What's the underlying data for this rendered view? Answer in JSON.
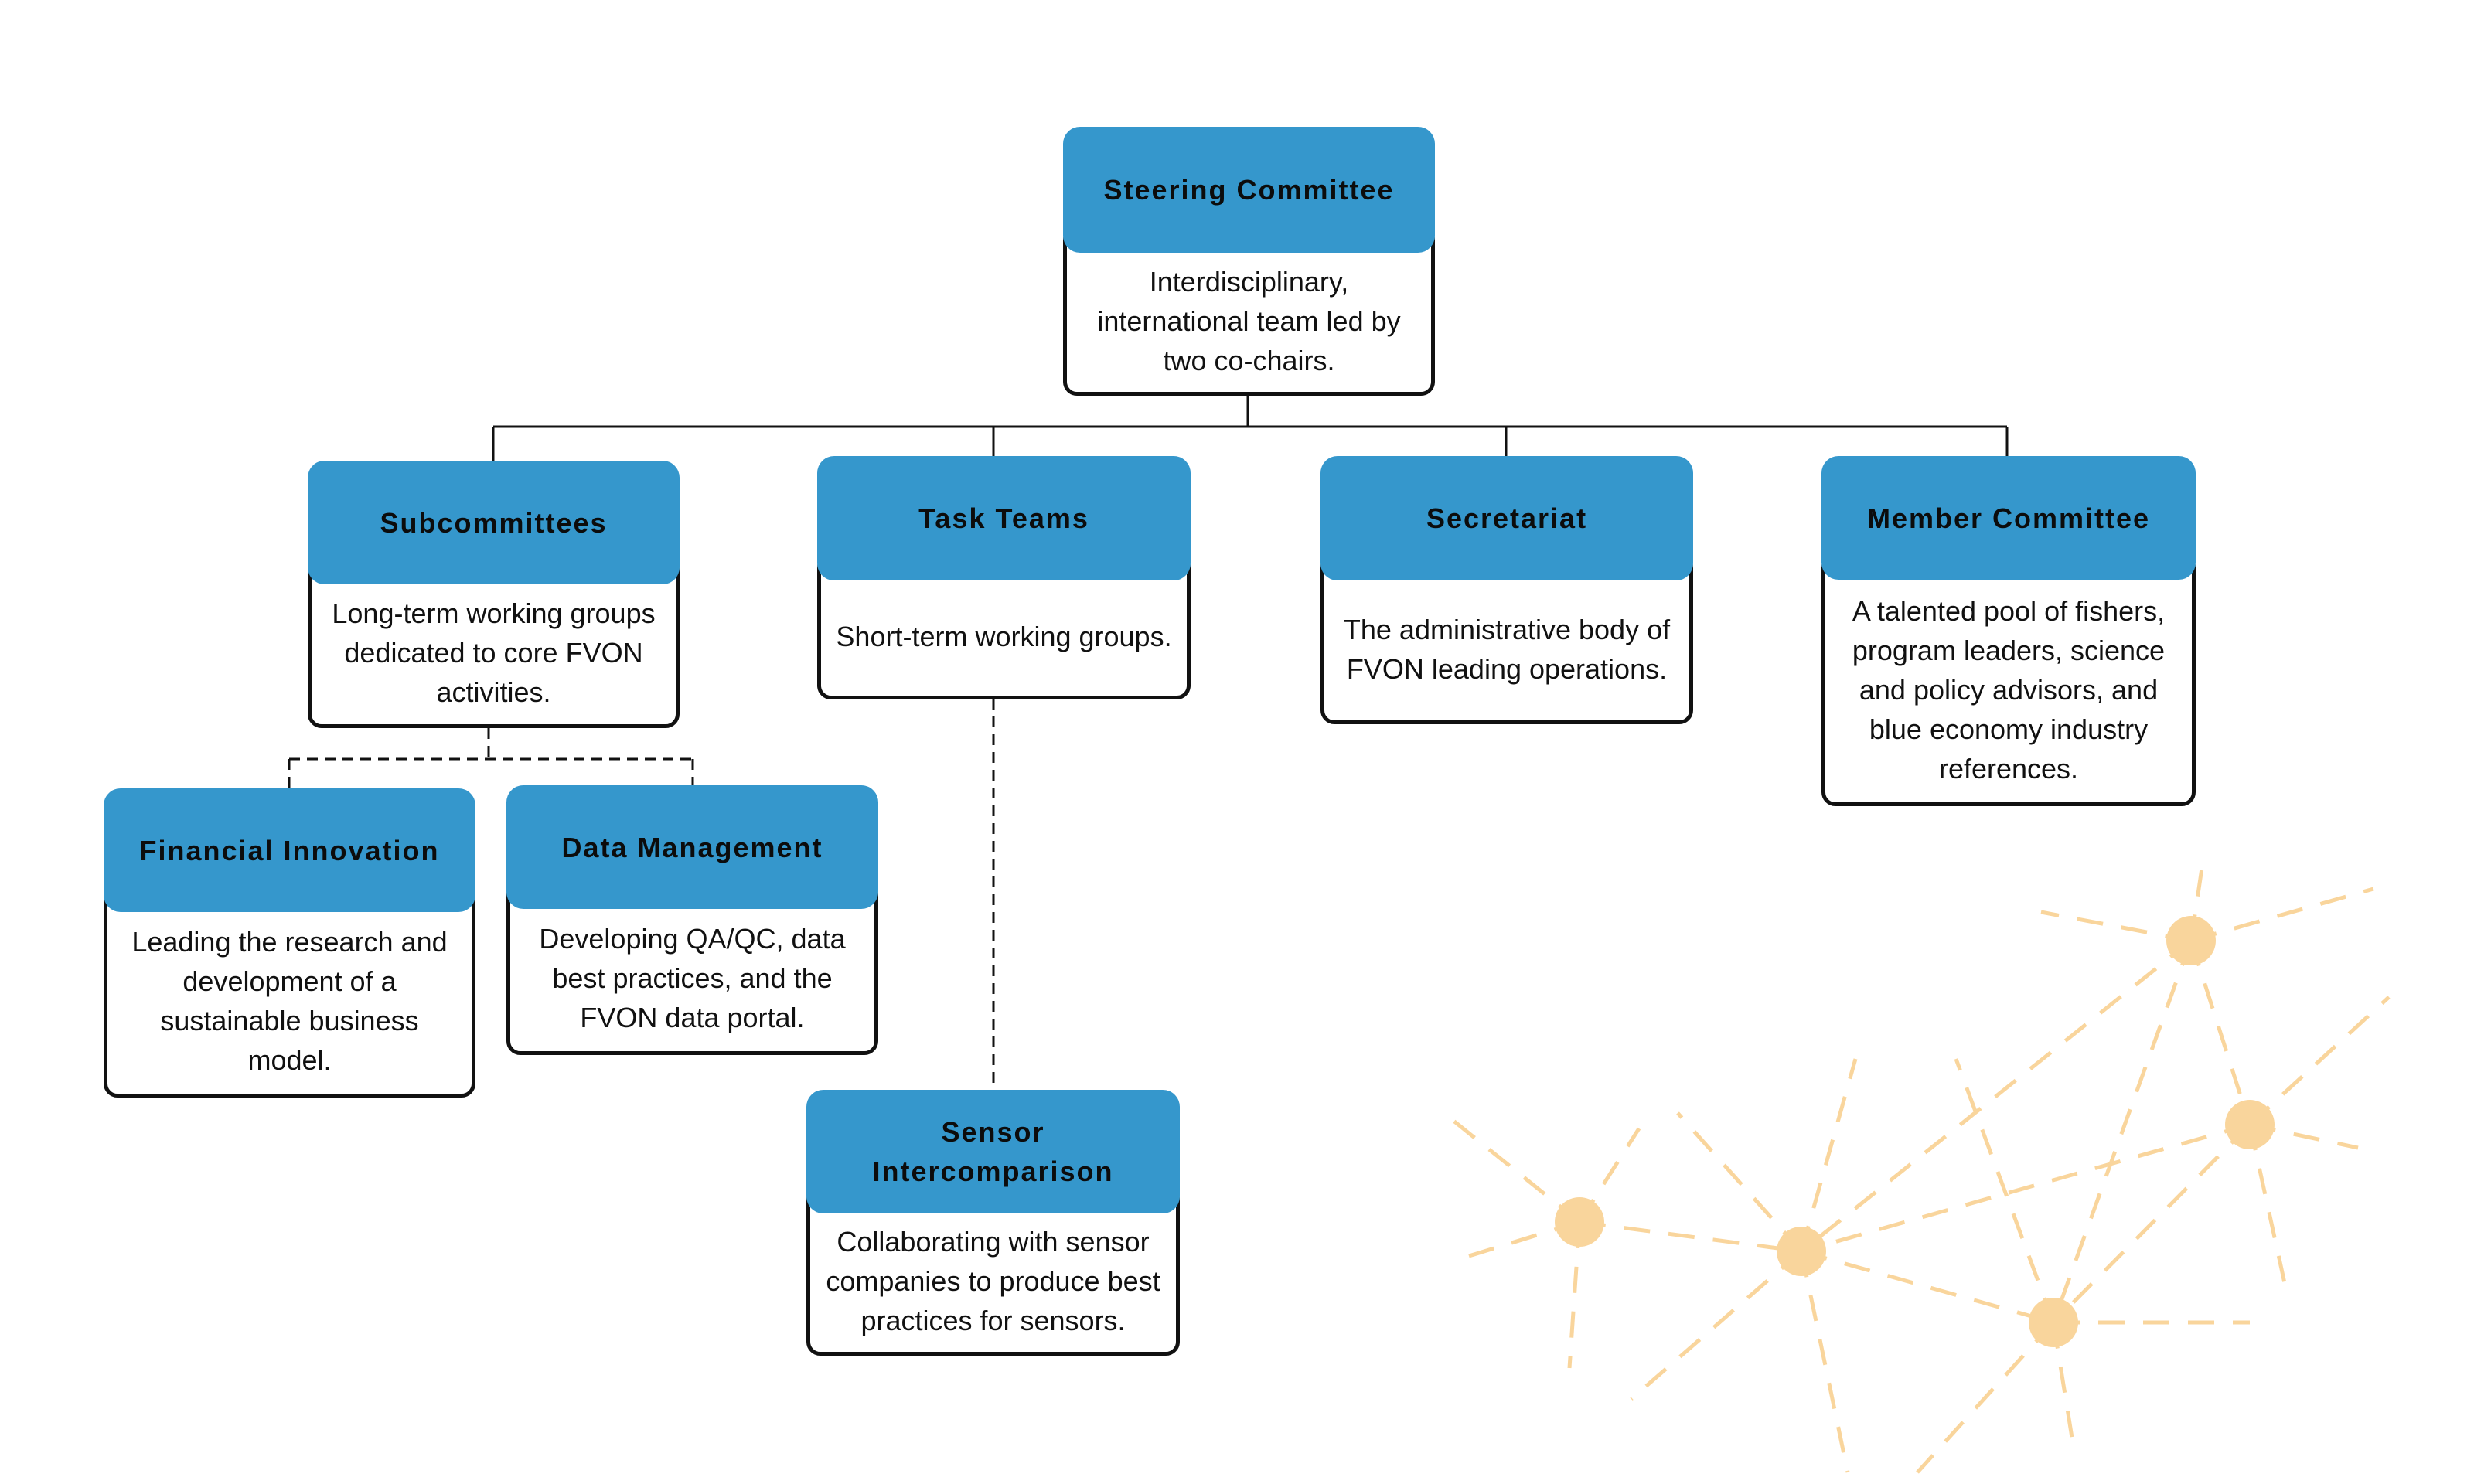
{
  "colors": {
    "header_fill": "#3597cc",
    "header_text": "#0c0c0c",
    "body_border": "#111111",
    "connector": "#111111",
    "decoration": "#f9d59c"
  },
  "diagram": {
    "steering": {
      "title": "Steering Committee",
      "description": "Interdisciplinary, international team led by two co-chairs."
    },
    "subcommittees": {
      "title": "Subcommittees",
      "description": "Long-term working groups dedicated to core FVON activities."
    },
    "task_teams": {
      "title": "Task Teams",
      "description": "Short-term working groups."
    },
    "secretariat": {
      "title": "Secretariat",
      "description": "The administrative body of FVON leading operations."
    },
    "member_committee": {
      "title": "Member Committee",
      "description": "A talented pool of fishers, program leaders, science and policy advisors, and blue economy industry references."
    },
    "financial_innovation": {
      "title": "Financial Innovation",
      "description": "Leading the research and development of a sustainable business model."
    },
    "data_management": {
      "title": "Data Management",
      "description": "Developing QA/QC, data best practices, and the FVON data portal."
    },
    "sensor_intercomparison": {
      "title": "Sensor Intercomparison",
      "description": "Collaborating with sensor companies to produce best practices for sensors."
    }
  }
}
